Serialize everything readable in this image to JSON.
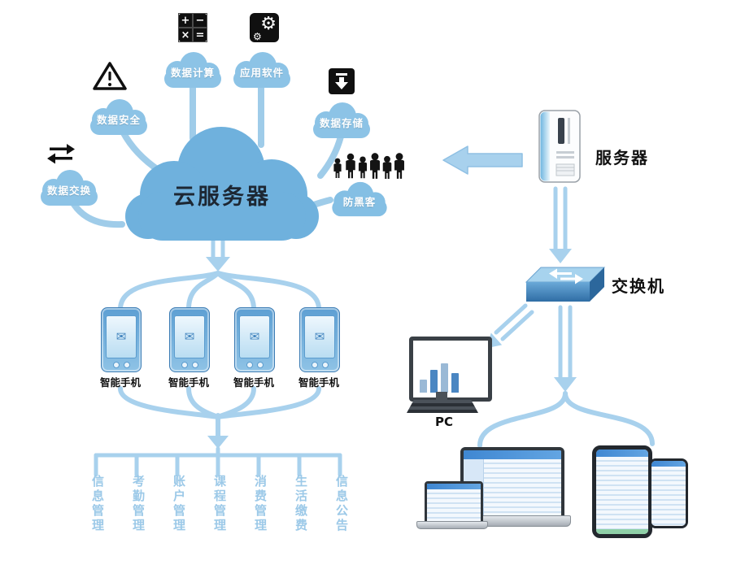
{
  "diagram": {
    "cloud": {
      "label": "云服务器"
    },
    "satellites": [
      {
        "id": "data-security",
        "label": "数据安全",
        "icon": "warning-icon"
      },
      {
        "id": "data-computing",
        "label": "数据计算",
        "icon": "calculator-icon"
      },
      {
        "id": "app-software",
        "label": "应用软件",
        "icon": "gear-icon"
      },
      {
        "id": "data-storage",
        "label": "数据存储",
        "icon": "download-icon"
      },
      {
        "id": "data-exchange",
        "label": "数据交换",
        "icon": "swap-arrows-icon"
      },
      {
        "id": "anti-hacker",
        "label": "防黑客",
        "icon": "hackers-icon"
      }
    ],
    "server": {
      "label": "服务器"
    },
    "switch": {
      "label": "交换机"
    },
    "pc": {
      "label": "PC"
    },
    "smartphone": {
      "label": "智能手机",
      "count": 4
    },
    "modules": [
      "信息管理",
      "考勤管理",
      "账户管理",
      "课程管理",
      "消费管理",
      "生活缴费",
      "信息公告"
    ],
    "glyphs": {
      "calc_plus": "+",
      "calc_minus": "−",
      "calc_times": "×",
      "calc_equals": "=",
      "gear_big": "⚙",
      "gear_small": "⚙",
      "mail": "✉"
    },
    "icons": [
      "warning-icon",
      "calculator-icon",
      "gear-icon",
      "download-icon",
      "swap-arrows-icon",
      "hackers-icon",
      "server-icon",
      "switch-icon",
      "pc-icon",
      "smartphone-icon",
      "laptop-icon",
      "tablet-icon",
      "mobile-icon",
      "mail-icon"
    ],
    "colors": {
      "cloud_main": "#6fb1dd",
      "cloud_satellite": "#8cc3e6",
      "connector": "#a8d1ed",
      "label_dark": "#111111",
      "module_text": "#9cc9e8",
      "device_blue": "#3f87d2"
    }
  }
}
